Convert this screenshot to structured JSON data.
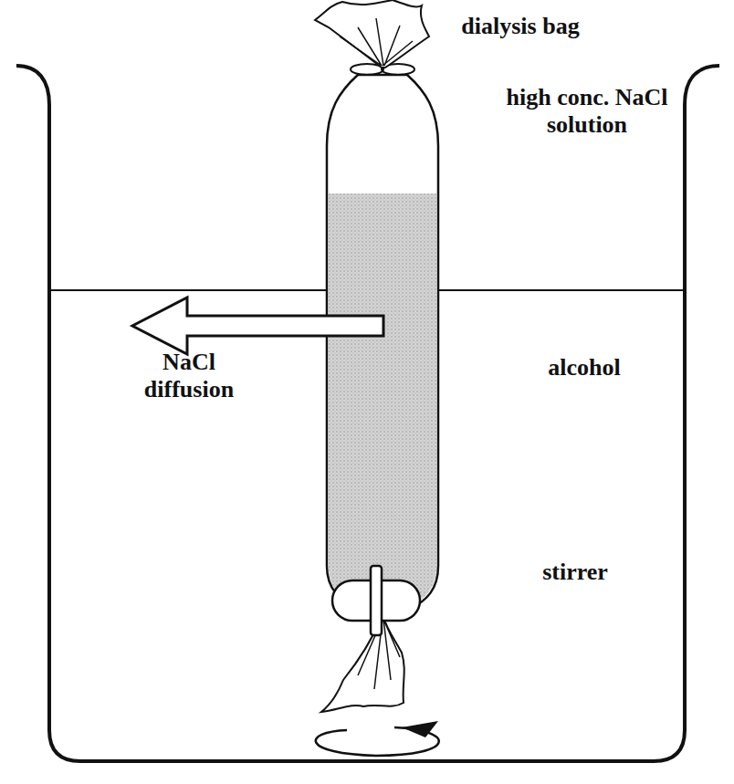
{
  "diagram": {
    "labels": [
      "dialysis bag",
      "high conc. NaCl solution",
      "NaCl diffusion",
      "alcohol",
      "stirrer"
    ]
  }
}
